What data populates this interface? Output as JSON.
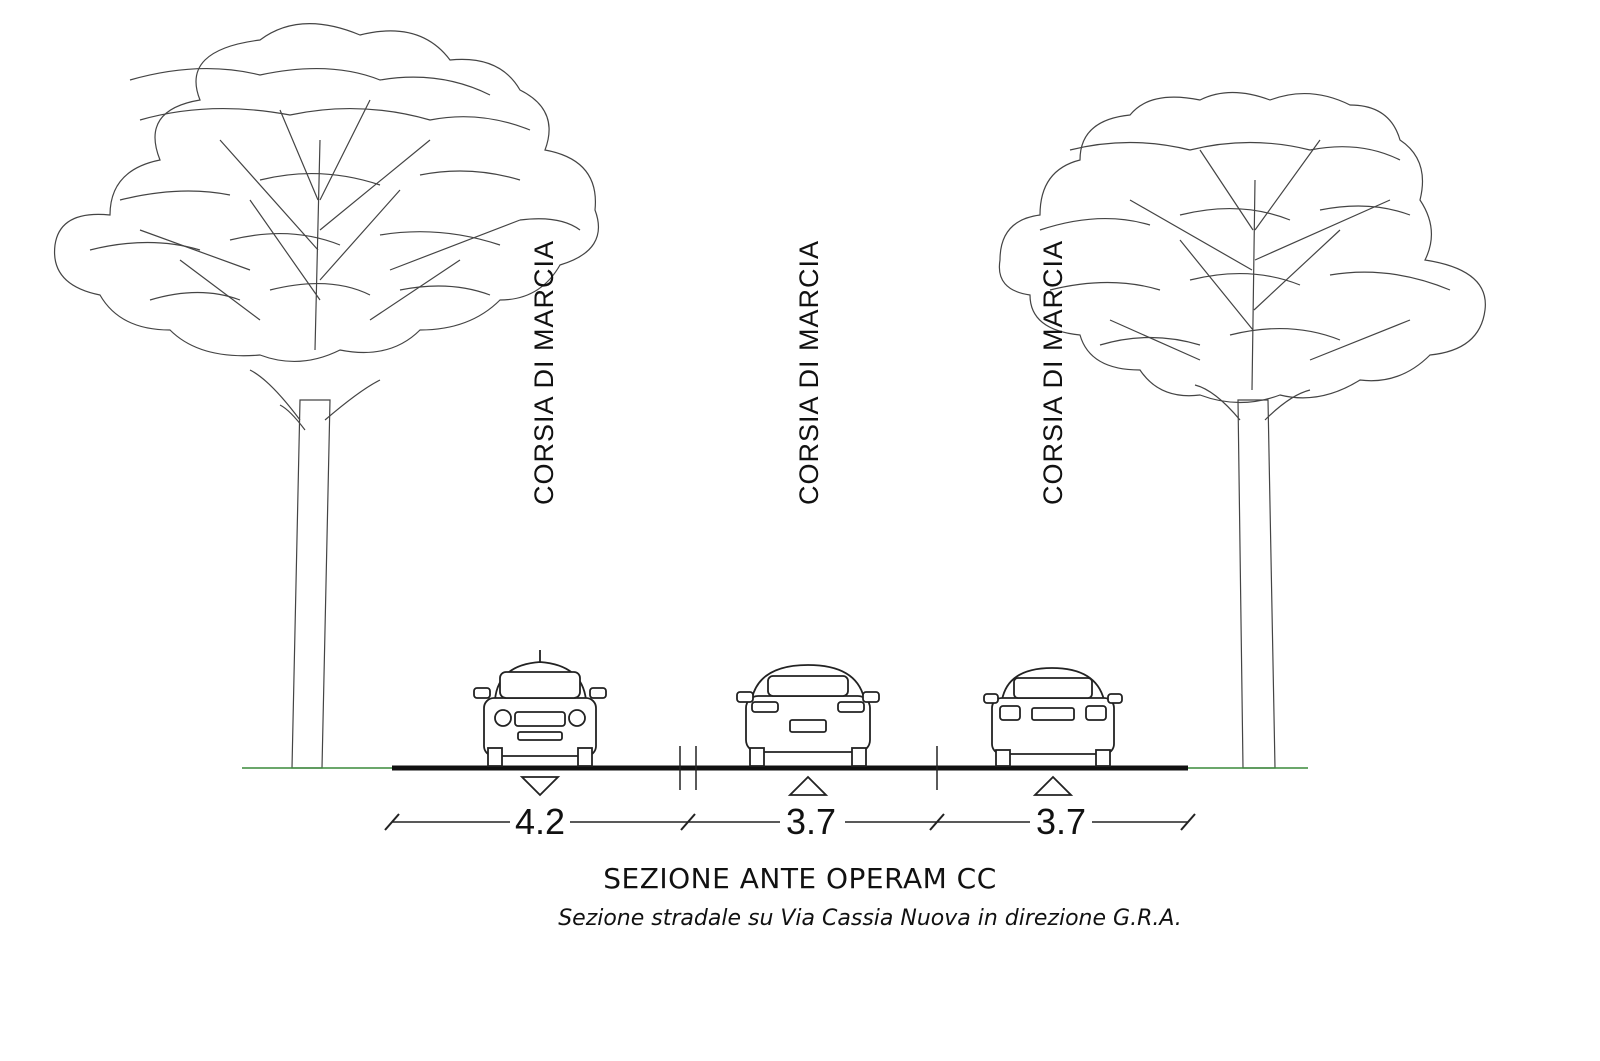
{
  "section_title": "SEZIONE ANTE OPERAM CC",
  "section_subtitle": "Sezione stradale su Via Cassia Nuova in direzione G.R.A.",
  "lanes": [
    {
      "label": "CORSIA DI MARCIA",
      "width": "4.2",
      "direction": "down"
    },
    {
      "label": "CORSIA DI MARCIA",
      "width": "3.7",
      "direction": "up"
    },
    {
      "label": "CORSIA DI MARCIA",
      "width": "3.7",
      "direction": "up"
    }
  ],
  "colors": {
    "line": "#222222",
    "ground": "#3a8a3a",
    "background": "#ffffff"
  }
}
